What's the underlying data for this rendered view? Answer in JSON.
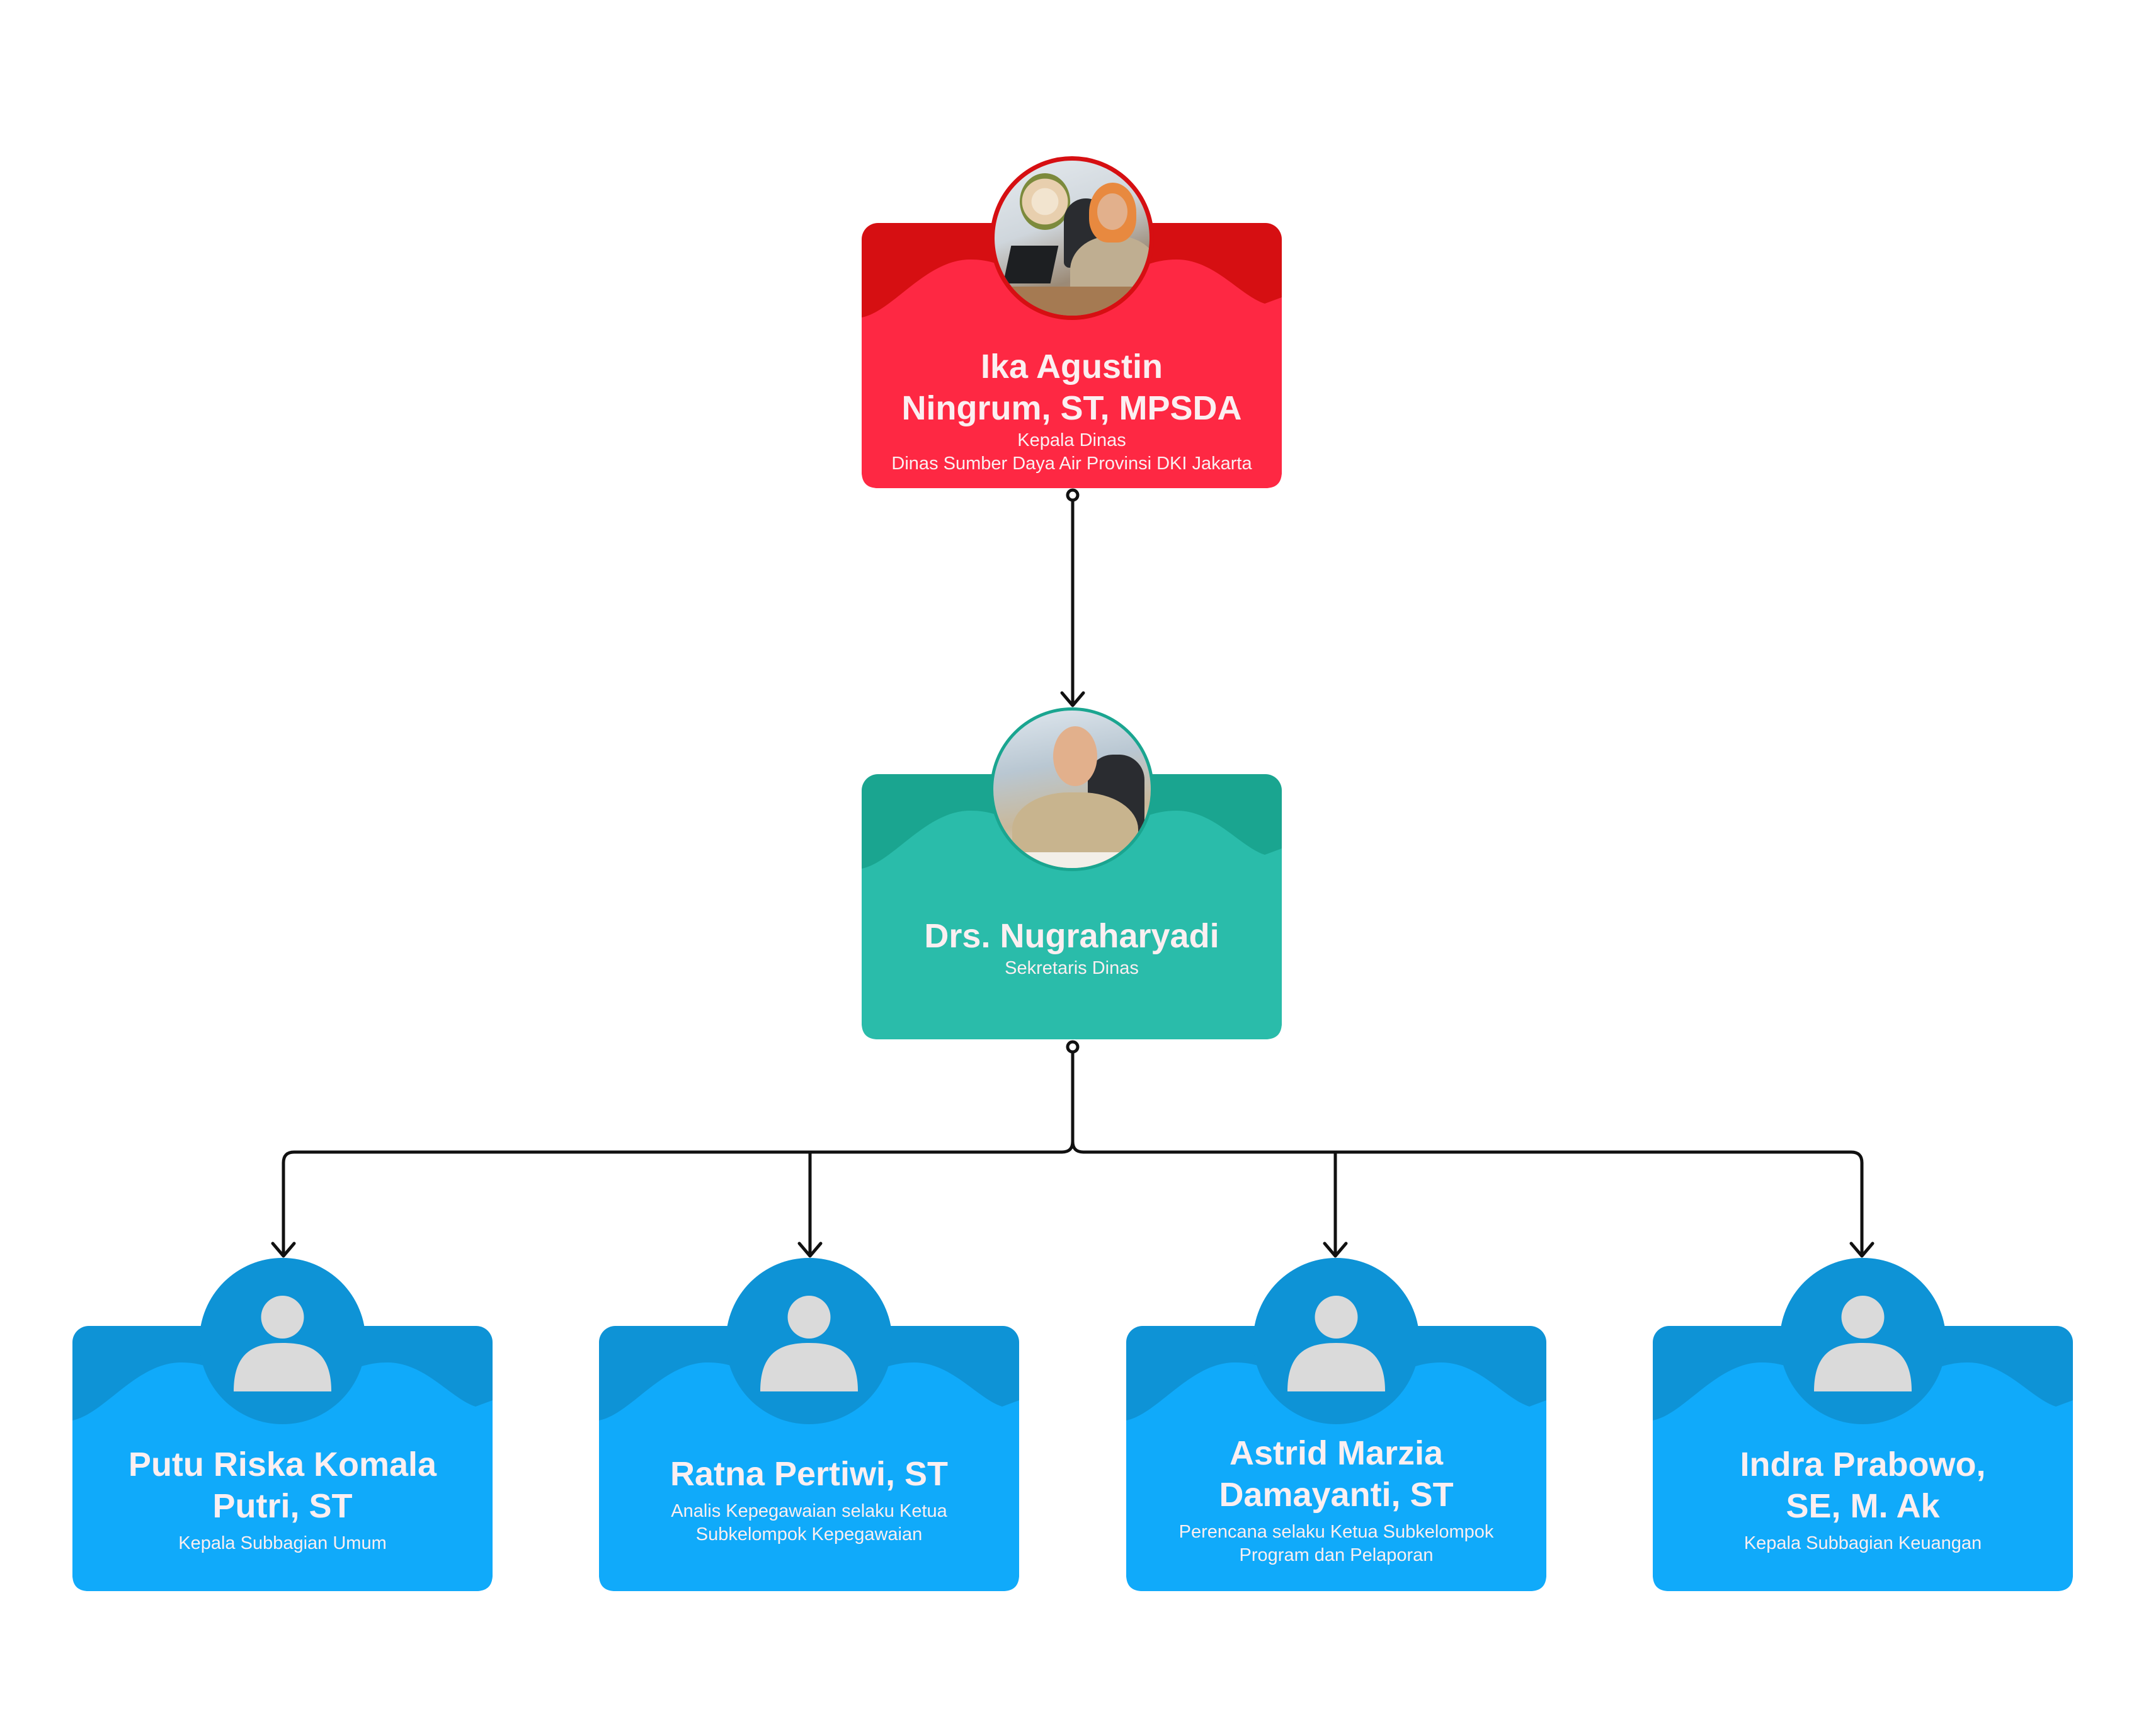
{
  "colors": {
    "red_dark": "#d60f12",
    "red_light": "#fe2843",
    "teal_dark": "#1aa590",
    "teal_light": "#2abcaa",
    "blue_dark": "#0e93d6",
    "blue_light": "#10aafa",
    "placeholder": "#dadada",
    "connector": "#111111"
  },
  "head": {
    "name_line1": "Ika Agustin",
    "name_line2": "Ningrum, ST, MPSDA",
    "role_line1": "Kepala Dinas",
    "role_line2": "Dinas Sumber Daya Air Provinsi DKI Jakarta"
  },
  "secretary": {
    "name": "Drs. Nugraharyadi",
    "role": "Sekretaris Dinas"
  },
  "staff": [
    {
      "name_line1": "Putu Riska Komala",
      "name_line2": "Putri, ST",
      "role_line1": "Kepala Subbagian Umum",
      "role_line2": ""
    },
    {
      "name_line1": "Ratna Pertiwi, ST",
      "name_line2": "",
      "role_line1": "Analis Kepegawaian selaku Ketua",
      "role_line2": "Subkelompok Kepegawaian"
    },
    {
      "name_line1": "Astrid Marzia",
      "name_line2": "Damayanti, ST",
      "role_line1": "Perencana selaku Ketua Subkelompok",
      "role_line2": "Program dan Pelaporan"
    },
    {
      "name_line1": "Indra Prabowo,",
      "name_line2": "SE, M. Ak",
      "role_line1": "Kepala Subbagian Keuangan",
      "role_line2": ""
    }
  ]
}
